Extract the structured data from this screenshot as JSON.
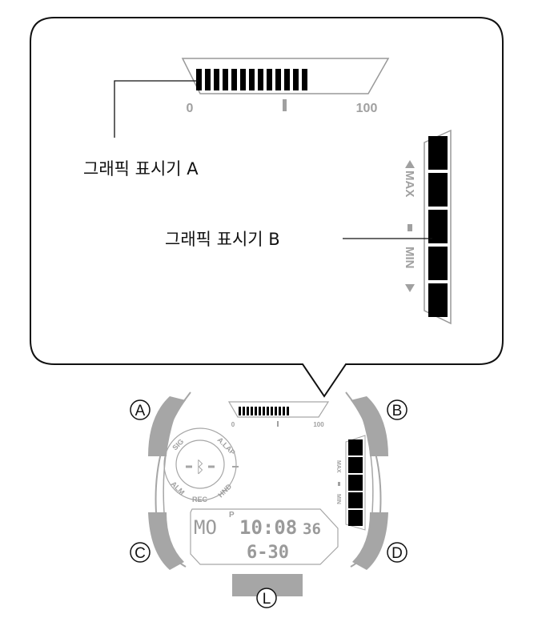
{
  "callout": {
    "label_a": "그래픽 표시기 A",
    "label_b": "그래픽 표시기 B",
    "scale_min": "0",
    "scale_max": "100",
    "max_label": "MAX",
    "min_label": "MIN"
  },
  "graph_a": {
    "lit_segments": 13
  },
  "graph_b": {
    "lit_segments": 5
  },
  "watch": {
    "buttons": [
      "A",
      "B",
      "C",
      "D",
      "L"
    ],
    "dial_labels": [
      "SIG",
      "A.LAP",
      "ALM",
      "REC",
      "HND"
    ],
    "bluetooth_icon": "bluetooth-icon",
    "pm_indicator": "P",
    "day": "MO",
    "time": "10:08",
    "seconds": "36",
    "date": "6-30",
    "scale_min": "0",
    "scale_max": "100",
    "max_label": "MAX",
    "min_label": "MIN"
  },
  "colors": {
    "outline": "#111111",
    "lcd_gray": "#a0a0a0",
    "button_gray": "#a6a6a6"
  }
}
